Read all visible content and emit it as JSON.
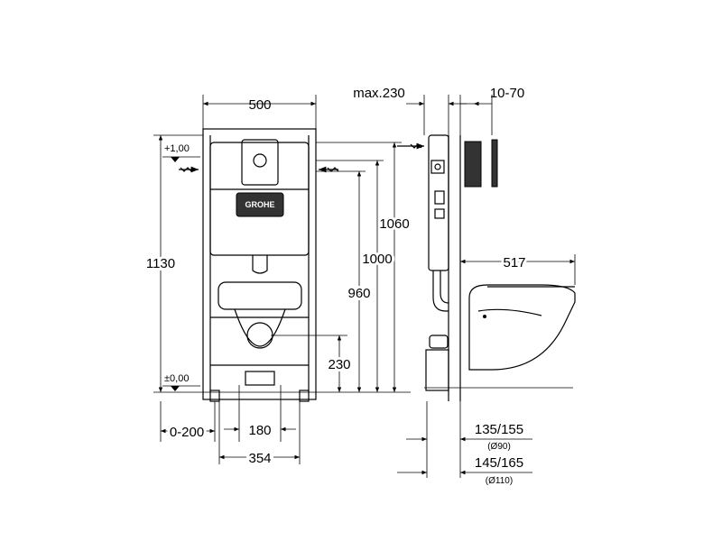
{
  "dimensions": {
    "frame_width": "500",
    "max_depth": "max.230",
    "adjust_range": "10-70",
    "plus_level": "+1,00",
    "zero_level": "±0,00",
    "total_height": "1130",
    "height_1060": "1060",
    "height_1000": "1000",
    "height_960": "960",
    "height_230": "230",
    "bowl_length": "517",
    "foot_offset": "0-200",
    "outlet_spacing": "180",
    "bolt_spacing": "354",
    "pipe_90_depth": "135/155",
    "pipe_90_diameter": "(Ø90)",
    "pipe_110_depth": "145/165",
    "pipe_110_diameter": "(Ø110)"
  },
  "brand": {
    "logo_text": "GROHE"
  }
}
